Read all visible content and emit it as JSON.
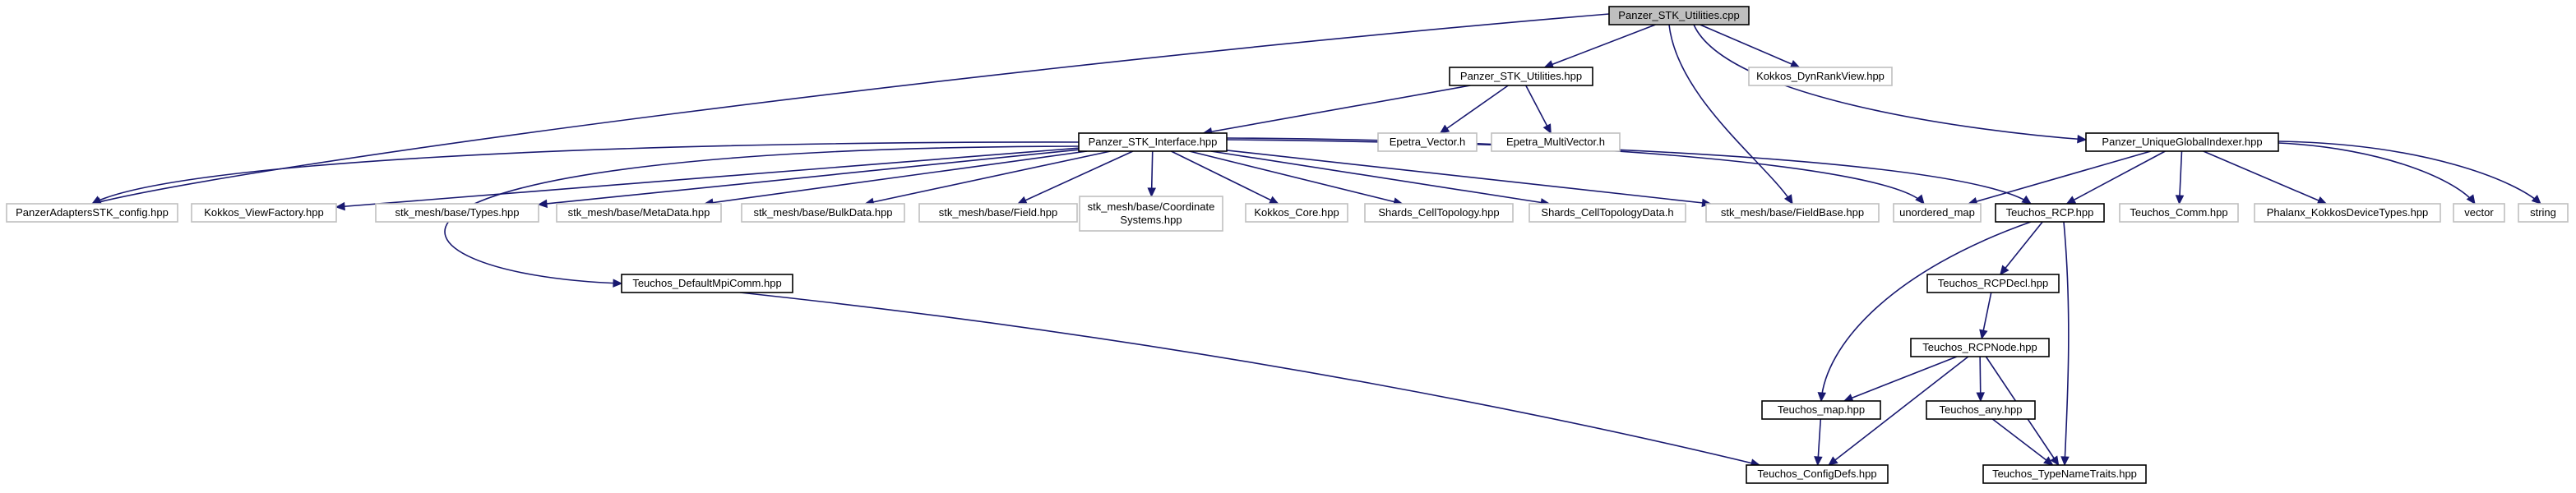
{
  "colors": {
    "root_fill": "#bfbfbf",
    "local_fill": "#ffffff",
    "local_stroke": "#000000",
    "external_stroke": "#bfbfbf",
    "edge": "#191970"
  },
  "nodes": [
    {
      "id": "root",
      "lines": [
        "Panzer_STK_Utilities.cpp"
      ],
      "kind": "root"
    },
    {
      "id": "util_hpp",
      "lines": [
        "Panzer_STK_Utilities.hpp"
      ],
      "kind": "local"
    },
    {
      "id": "dynrank",
      "lines": [
        "Kokkos_DynRankView.hpp"
      ],
      "kind": "external"
    },
    {
      "id": "ugi",
      "lines": [
        "Panzer_UniqueGlobalIndexer.hpp"
      ],
      "kind": "local"
    },
    {
      "id": "epvec",
      "lines": [
        "Epetra_Vector.h"
      ],
      "kind": "external"
    },
    {
      "id": "epmvec",
      "lines": [
        "Epetra_MultiVector.h"
      ],
      "kind": "external"
    },
    {
      "id": "iface",
      "lines": [
        "Panzer_STK_Interface.hpp"
      ],
      "kind": "local"
    },
    {
      "id": "adconf",
      "lines": [
        "PanzerAdaptersSTK_config.hpp"
      ],
      "kind": "external"
    },
    {
      "id": "viewfac",
      "lines": [
        "Kokkos_ViewFactory.hpp"
      ],
      "kind": "external"
    },
    {
      "id": "types",
      "lines": [
        "stk_mesh/base/Types.hpp"
      ],
      "kind": "external"
    },
    {
      "id": "meta",
      "lines": [
        "stk_mesh/base/MetaData.hpp"
      ],
      "kind": "external"
    },
    {
      "id": "bulk",
      "lines": [
        "stk_mesh/base/BulkData.hpp"
      ],
      "kind": "external"
    },
    {
      "id": "field",
      "lines": [
        "stk_mesh/base/Field.hpp"
      ],
      "kind": "external"
    },
    {
      "id": "coord",
      "lines": [
        "stk_mesh/base/Coordinate",
        "Systems.hpp"
      ],
      "kind": "external"
    },
    {
      "id": "kcore",
      "lines": [
        "Kokkos_Core.hpp"
      ],
      "kind": "external"
    },
    {
      "id": "celltopo",
      "lines": [
        "Shards_CellTopology.hpp"
      ],
      "kind": "external"
    },
    {
      "id": "celltopodata",
      "lines": [
        "Shards_CellTopologyData.h"
      ],
      "kind": "external"
    },
    {
      "id": "fieldbase",
      "lines": [
        "stk_mesh/base/FieldBase.hpp"
      ],
      "kind": "external"
    },
    {
      "id": "umap",
      "lines": [
        "unordered_map"
      ],
      "kind": "external"
    },
    {
      "id": "rcp",
      "lines": [
        "Teuchos_RCP.hpp"
      ],
      "kind": "local"
    },
    {
      "id": "tcomm",
      "lines": [
        "Teuchos_Comm.hpp"
      ],
      "kind": "external"
    },
    {
      "id": "phalanx",
      "lines": [
        "Phalanx_KokkosDeviceTypes.hpp"
      ],
      "kind": "external"
    },
    {
      "id": "vector",
      "lines": [
        "vector"
      ],
      "kind": "external"
    },
    {
      "id": "string",
      "lines": [
        "string"
      ],
      "kind": "external"
    },
    {
      "id": "mpicomm",
      "lines": [
        "Teuchos_DefaultMpiComm.hpp"
      ],
      "kind": "local"
    },
    {
      "id": "rcpdecl",
      "lines": [
        "Teuchos_RCPDecl.hpp"
      ],
      "kind": "local"
    },
    {
      "id": "rcpnode",
      "lines": [
        "Teuchos_RCPNode.hpp"
      ],
      "kind": "local"
    },
    {
      "id": "tmap",
      "lines": [
        "Teuchos_map.hpp"
      ],
      "kind": "local"
    },
    {
      "id": "tany",
      "lines": [
        "Teuchos_any.hpp"
      ],
      "kind": "local"
    },
    {
      "id": "confdefs",
      "lines": [
        "Teuchos_ConfigDefs.hpp"
      ],
      "kind": "local"
    },
    {
      "id": "tnt",
      "lines": [
        "Teuchos_TypeNameTraits.hpp"
      ],
      "kind": "local"
    }
  ],
  "edges": [
    [
      "root",
      "util_hpp"
    ],
    [
      "root",
      "dynrank"
    ],
    [
      "root",
      "ugi"
    ],
    [
      "root",
      "adconf"
    ],
    [
      "root",
      "fieldbase"
    ],
    [
      "util_hpp",
      "iface"
    ],
    [
      "util_hpp",
      "epvec"
    ],
    [
      "util_hpp",
      "epmvec"
    ],
    [
      "iface",
      "adconf"
    ],
    [
      "iface",
      "viewfac"
    ],
    [
      "iface",
      "types"
    ],
    [
      "iface",
      "meta"
    ],
    [
      "iface",
      "bulk"
    ],
    [
      "iface",
      "field"
    ],
    [
      "iface",
      "coord"
    ],
    [
      "iface",
      "kcore"
    ],
    [
      "iface",
      "celltopo"
    ],
    [
      "iface",
      "celltopodata"
    ],
    [
      "iface",
      "fieldbase"
    ],
    [
      "iface",
      "umap"
    ],
    [
      "iface",
      "rcp"
    ],
    [
      "iface",
      "mpicomm"
    ],
    [
      "ugi",
      "umap"
    ],
    [
      "ugi",
      "rcp"
    ],
    [
      "ugi",
      "tcomm"
    ],
    [
      "ugi",
      "phalanx"
    ],
    [
      "ugi",
      "vector"
    ],
    [
      "ugi",
      "string"
    ],
    [
      "rcp",
      "rcpdecl"
    ],
    [
      "rcp",
      "tmap"
    ],
    [
      "rcp",
      "tnt"
    ],
    [
      "rcpdecl",
      "rcpnode"
    ],
    [
      "rcpnode",
      "tmap"
    ],
    [
      "rcpnode",
      "tany"
    ],
    [
      "rcpnode",
      "confdefs"
    ],
    [
      "rcpnode",
      "tnt"
    ],
    [
      "tmap",
      "confdefs"
    ],
    [
      "tany",
      "tnt"
    ],
    [
      "mpicomm",
      "confdefs"
    ]
  ]
}
